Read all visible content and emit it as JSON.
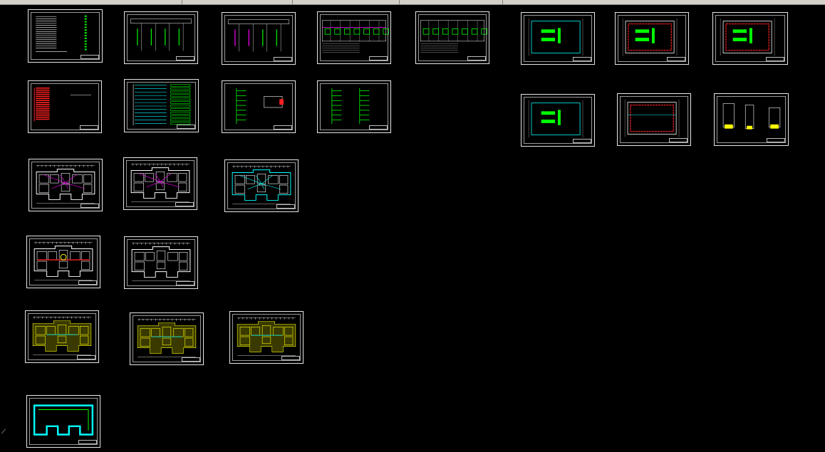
{
  "window": {
    "background": "#000000",
    "toolbar_color": "#d4d0c8"
  },
  "canvas": {
    "sheet_frame_color": "#e6e6e6",
    "palette": {
      "green": "#00ff00",
      "cyan": "#00ffff",
      "yellow": "#ffff00",
      "magenta": "#ff00ff",
      "red": "#ff2020",
      "white": "#ffffff"
    },
    "ucs_icon": "ucs-axis-icon",
    "sheets": [
      {
        "id": "r1c1",
        "kind": "index",
        "bg": "#000"
      },
      {
        "id": "r1c2",
        "kind": "riser",
        "bg": "#000"
      },
      {
        "id": "r1c3",
        "kind": "riser-mag",
        "bg": "#000"
      },
      {
        "id": "r1c4",
        "kind": "schedule",
        "bg": "#000"
      },
      {
        "id": "r1c5",
        "kind": "schedule2",
        "bg": "#000"
      },
      {
        "id": "r1c6",
        "kind": "room",
        "bg": "#000"
      },
      {
        "id": "r1c7",
        "kind": "room-red",
        "bg": "#000"
      },
      {
        "id": "r1c8",
        "kind": "room-red2",
        "bg": "#000"
      },
      {
        "id": "r2c1",
        "kind": "red-list",
        "bg": "#000"
      },
      {
        "id": "r2c2",
        "kind": "wiring",
        "bg": "#000"
      },
      {
        "id": "r2c3",
        "kind": "tree",
        "bg": "#000"
      },
      {
        "id": "r2c4",
        "kind": "tree2",
        "bg": "#000"
      },
      {
        "id": "r2c6",
        "kind": "room",
        "bg": "#000"
      },
      {
        "id": "r2c7",
        "kind": "room-empty",
        "bg": "#000"
      },
      {
        "id": "r2c8",
        "kind": "details",
        "bg": "#000"
      },
      {
        "id": "r3c1",
        "kind": "plan",
        "bg": "#000"
      },
      {
        "id": "r3c2",
        "kind": "plan",
        "bg": "#000"
      },
      {
        "id": "r3c3",
        "kind": "plan-cyan",
        "bg": "#000"
      },
      {
        "id": "r4c1",
        "kind": "plan-red",
        "bg": "#000"
      },
      {
        "id": "r4c2",
        "kind": "plan-white",
        "bg": "#000"
      },
      {
        "id": "r5c1",
        "kind": "plan-yellow",
        "bg": "#000"
      },
      {
        "id": "r5c2",
        "kind": "plan-yellow",
        "bg": "#000"
      },
      {
        "id": "r5c3",
        "kind": "plan-yellow",
        "bg": "#000"
      },
      {
        "id": "r6c1",
        "kind": "roof",
        "bg": "#000"
      }
    ]
  }
}
